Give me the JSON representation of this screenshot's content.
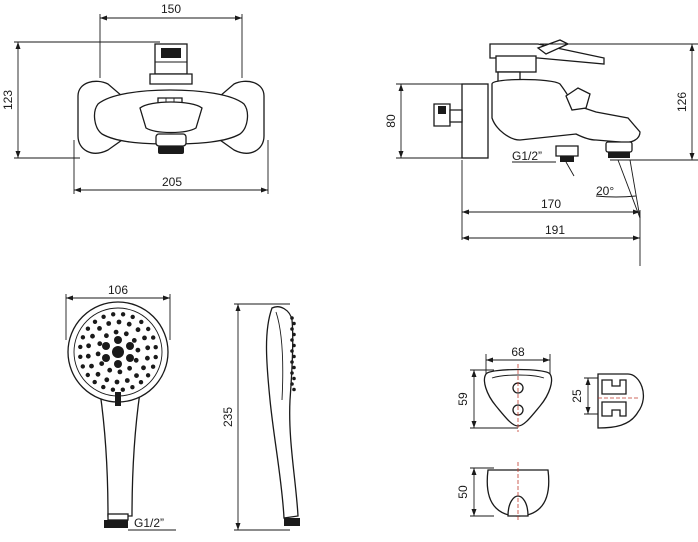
{
  "front_view": {
    "width_top": "150",
    "height_left": "123",
    "width_bottom": "205"
  },
  "side_view": {
    "height_left": "80",
    "height_right": "126",
    "thread": "G1/2”",
    "length_inner": "170",
    "length_outer": "191",
    "angle": "20°"
  },
  "shower_head": {
    "width": "106",
    "thread": "G1/2”",
    "length": "235"
  },
  "holder_front": {
    "width": "68",
    "height": "59"
  },
  "holder_side": {
    "height": "25"
  },
  "holder_bottom": {
    "height": "50"
  }
}
